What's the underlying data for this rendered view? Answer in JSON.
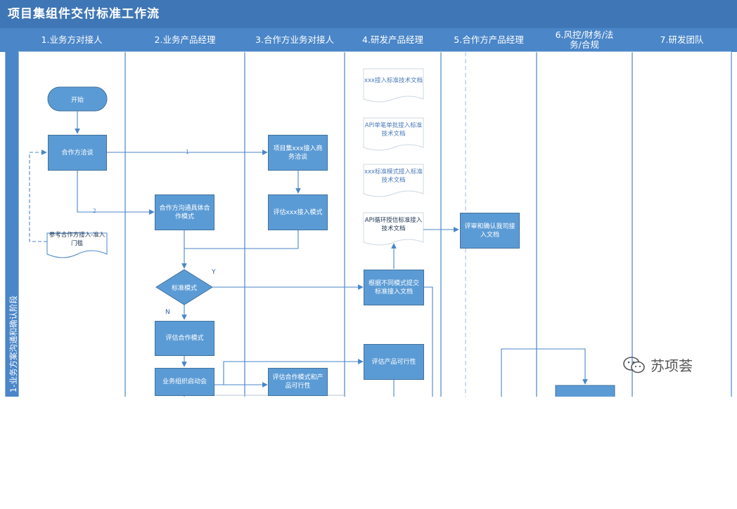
{
  "title": "项目集组件交付标准工作流",
  "phase": "1-业务方案沟通和确认阶段",
  "lanes": [
    {
      "label": "1.业务方对接人"
    },
    {
      "label": "2.业务产品经理"
    },
    {
      "label": "3.合作方业务对接人"
    },
    {
      "label": "4.研发产品经理"
    },
    {
      "label": "5.合作方产品经理"
    },
    {
      "label": "6.风控/财务/法务/合规"
    },
    {
      "label": "7.研发团队"
    }
  ],
  "nodes": {
    "start": "开始",
    "partner_talk": "合作方洽谈",
    "ref_doc": "参考合作方接入-准入门槛",
    "project_biz_talk": "项目集xxx接入商务洽谈",
    "eval_access_mode": "评估xxx接入模式",
    "comm_coop_mode": "合作方沟通具体合作模式",
    "standard_mode": "标准模式",
    "eval_coop_mode": "评估合作模式",
    "kickoff": "业务组织启动会",
    "eval_coop_product": "评估合作模式和产品可行性",
    "doc1": "xxx接入标准技术文档",
    "doc2": "API单笔单批接入标准技术文档",
    "doc3": "xxx标准模式接入标准技术文档",
    "doc4": "API循环授信标准接入技术文档",
    "submit_docs": "根据不同模式提交标准接入文档",
    "eval_feasibility": "评估产品可行性",
    "review_docs": "评审和确认我司接入文档"
  },
  "edge_labels": {
    "one": "1",
    "two": "2"
  },
  "branch_labels": {
    "yes": "Y",
    "no": "N"
  },
  "watermark": "苏项荟",
  "colors": {
    "header": "#4a86c8",
    "title": "#3f76b5",
    "box": "#5b9bd5",
    "line": "#4a86c8"
  }
}
